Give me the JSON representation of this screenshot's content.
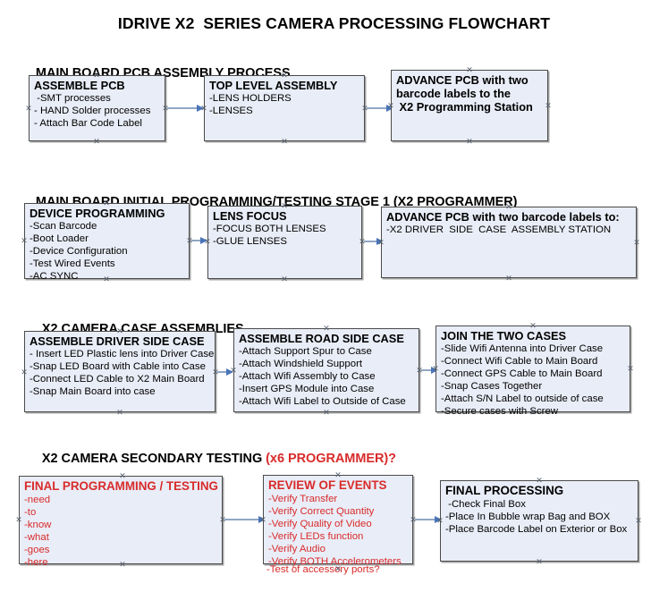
{
  "document": {
    "title": "IDRIVE X2  SERIES CAMERA PROCESSING FLOWCHART"
  },
  "sections": [
    {
      "id": "main-board-pcb-assembly",
      "heading": "MAIN BOARD PCB ASSEMBLY PROCESS",
      "heading_accent": ""
    },
    {
      "id": "main-board-initial-programming",
      "heading": "MAIN BOARD INITIAL PROGRAMMING/TESTING STAGE 1 (X2 PROGRAMMER)",
      "heading_accent": ""
    },
    {
      "id": "x2-camera-case-assemblies",
      "heading": "X2 CAMERA CASE ASSEMBLIES",
      "heading_accent": ""
    },
    {
      "id": "x2-camera-secondary-testing",
      "heading": "X2 CAMERA SECONDARY TESTING ",
      "heading_accent": "(x6 PROGRAMMER)?"
    }
  ],
  "nodes": {
    "assemble_pcb": {
      "title": "ASSEMBLE PCB",
      "lines": [
        " -SMT processes",
        "- HAND Solder processes",
        "- Attach Bar Code Label"
      ]
    },
    "top_level_assembly": {
      "title": "TOP LEVEL ASSEMBLY",
      "lines": [
        "-LENS HOLDERS",
        "-LENSES"
      ]
    },
    "advance_pcb_station": {
      "title": "ADVANCE PCB with two\nbarcode labels to the\n X2 Programming Station",
      "lines": []
    },
    "device_programming": {
      "title": "DEVICE PROGRAMMING",
      "lines": [
        "-Scan Barcode",
        "-Boot Loader",
        "-Device Configuration",
        "-Test Wired Events",
        "-AC SYNC"
      ]
    },
    "lens_focus": {
      "title": "LENS FOCUS",
      "lines": [
        "-FOCUS BOTH LENSES",
        "-GLUE LENSES"
      ]
    },
    "advance_pcb_driver_side": {
      "title": "ADVANCE PCB with two barcode labels to:",
      "lines": [
        "-X2 DRIVER  SIDE  CASE  ASSEMBLY STATION"
      ]
    },
    "assemble_driver_side_case": {
      "title": "ASSEMBLE DRIVER SIDE CASE",
      "lines": [
        "- Insert LED Plastic lens into Driver Case",
        "-Snap LED Board with Cable into Case",
        "-Connect LED Cable to X2 Main Board",
        "-Snap Main Board into case"
      ]
    },
    "assemble_road_side_case": {
      "title": "ASSEMBLE ROAD SIDE CASE",
      "lines": [
        "-Attach Support Spur to Case",
        "-Attach Windshield Support",
        "-Attach Wifi Assembly to Case",
        "-Insert GPS Module into Case",
        "-Attach Wifi Label to Outside of Case"
      ]
    },
    "join_the_two_cases": {
      "title": "JOIN THE TWO CASES",
      "lines": [
        "-Slide Wifi Antenna into Driver Case",
        "-Connect Wifi Cable to Main Board",
        "-Connect GPS Cable to Main Board",
        "-Snap Cases Together",
        "-Attach S/N Label to outside of case",
        "-Secure cases with Screw"
      ]
    },
    "final_programming_testing": {
      "title": "FINAL PROGRAMMING / TESTING",
      "lines": [
        "-need",
        "-to",
        "-know",
        "-what",
        "-goes",
        "-here"
      ]
    },
    "review_of_events": {
      "title": "REVIEW OF EVENTS",
      "lines": [
        "-Verify Transfer",
        "-Verify Correct Quantity",
        "-Verify Quality of Video",
        "-Verify LEDs function",
        "-Verify Audio",
        "-Verify BOTH Accelerometers"
      ],
      "overflow_line": "-Test of accessory ports?"
    },
    "final_processing": {
      "title": "FINAL PROCESSING",
      "lines": [
        " -Check Final Box",
        "-Place In Bubble wrap Bag and BOX",
        "-Place Barcode Label on Exterior or Box"
      ]
    }
  },
  "colors": {
    "node_fill": "#e9edf7",
    "node_border": "#4a4a4a",
    "connector": "#8fa6c4",
    "arrowhead": "#4a74b8",
    "accent_red": "#d92b2b",
    "text": "#000000"
  }
}
